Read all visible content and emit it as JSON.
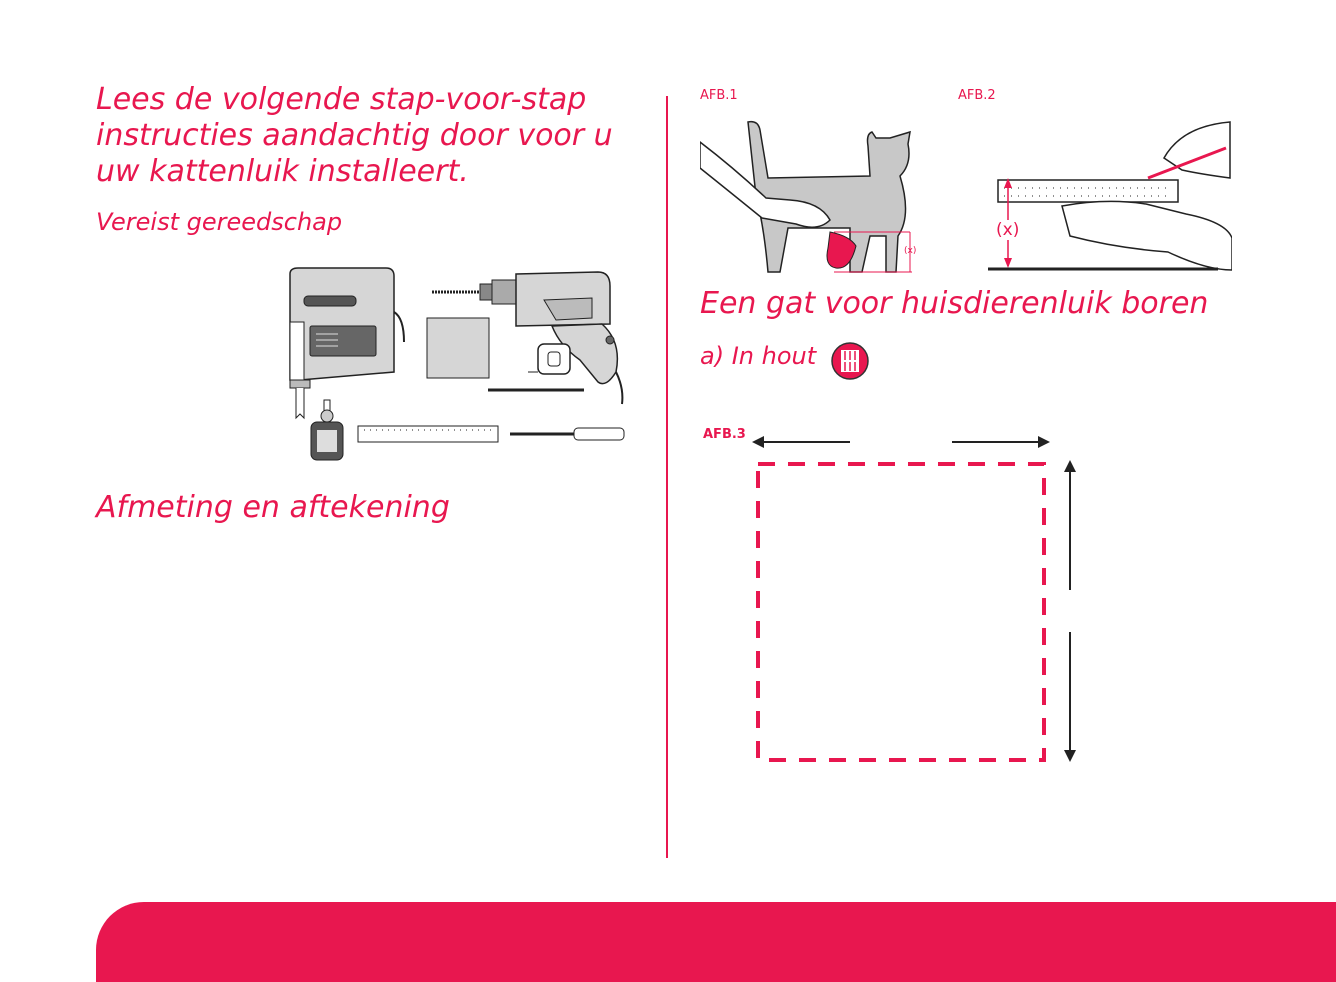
{
  "intro": {
    "text": "Lees de volgende stap-voor-stap instructies aandachtig door voor u uw kattenluik installeert."
  },
  "tools": {
    "heading": "Vereist gereedschap"
  },
  "measure": {
    "heading": "Afmeting en aftekening"
  },
  "figures": {
    "afb1": {
      "label": "AFB.1",
      "mark": "(x)"
    },
    "afb2": {
      "label": "AFB.2",
      "mark": "(x)"
    },
    "afb3": {
      "label": "AFB.3"
    }
  },
  "drill": {
    "heading": "Een gat voor huisdierenluik boren"
  },
  "wood": {
    "heading": "a) In hout",
    "icon": "wood-grain-icon"
  },
  "colors": {
    "accent": "#e8174f",
    "tool_gray": "#d6d6d6",
    "dark": "#222222"
  }
}
